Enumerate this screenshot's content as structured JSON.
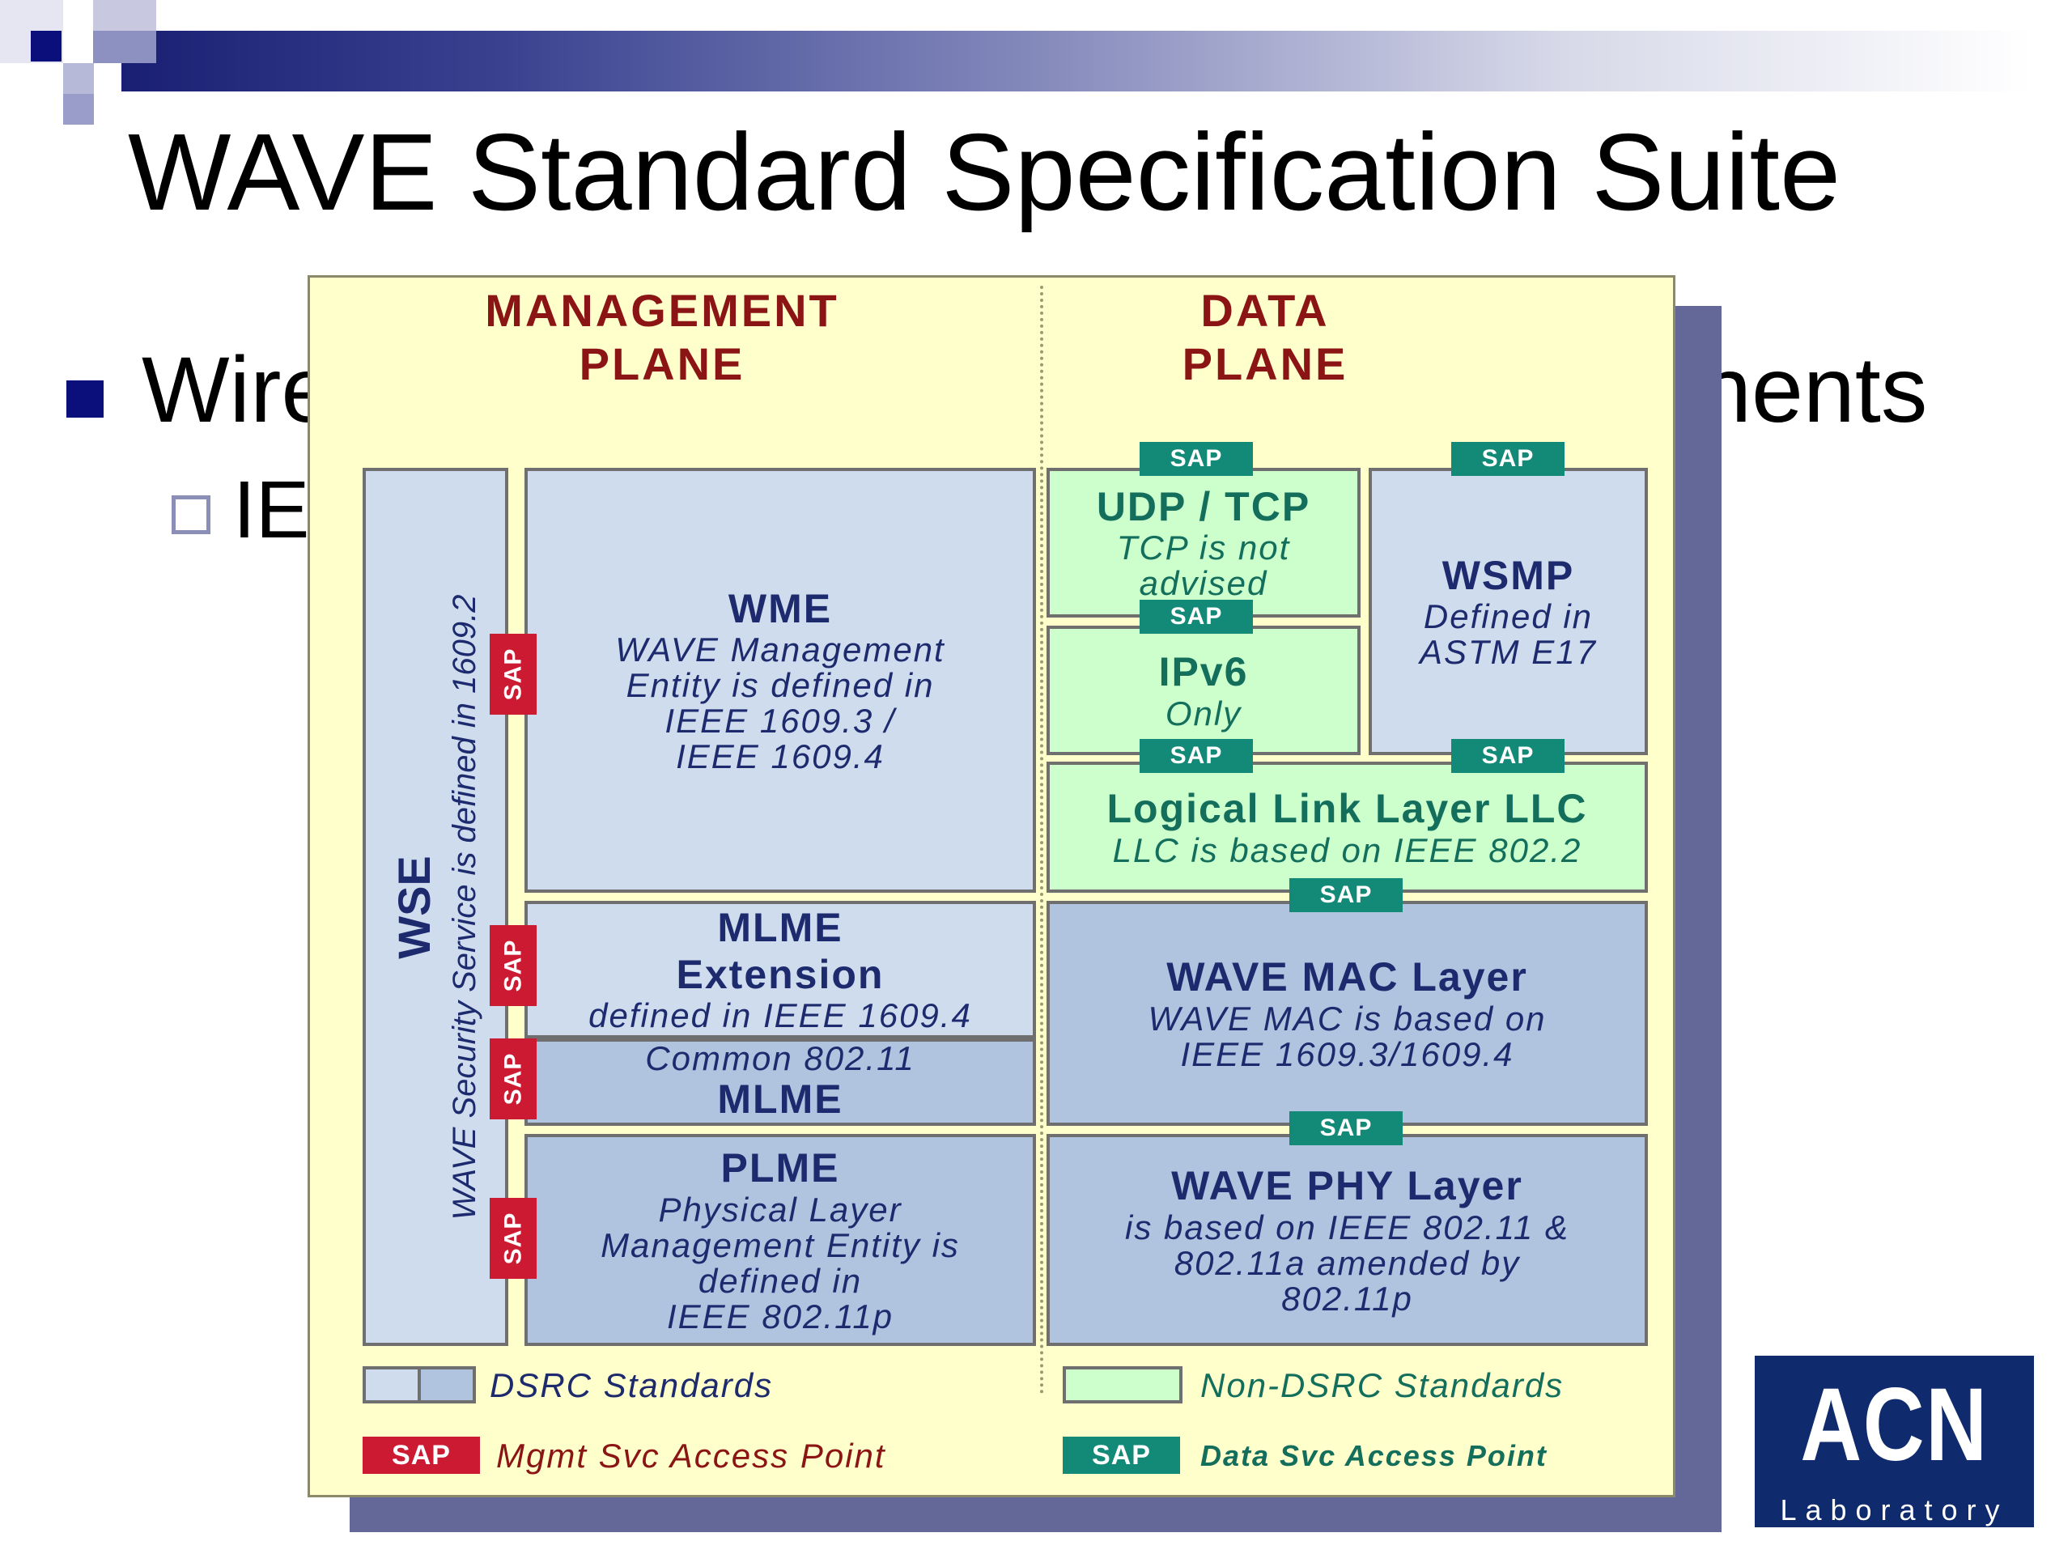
{
  "slide": {
    "title": "WAVE Standard Specification Suite",
    "bullet_1_left": "Wire",
    "bullet_1_right": "nents",
    "bullet_2": "IE"
  },
  "colors": {
    "header_dark": "#1a1f73",
    "dsrc_light": "#cfdcee",
    "dsrc_dark": "#b0c3df",
    "non_dsrc": "#ccffcc",
    "mgmt_sap": "#cc1a33",
    "data_sap": "#138a78",
    "plane_heading": "#8b1414",
    "diagram_background": "#ffffcc"
  },
  "diagram": {
    "management_plane": "MANAGEMENT\nPLANE",
    "data_plane": "DATA\nPLANE",
    "sap_label": "SAP",
    "wse": {
      "title": "WSE",
      "subtitle": "WAVE Security Service is defined in 1609.2"
    },
    "wme": {
      "title": "WME",
      "subtitle": "WAVE Management\nEntity is defined in\nIEEE 1609.3 /\nIEEE 1609.4"
    },
    "mlme_extension": {
      "title": "MLME\nExtension",
      "subtitle": "defined in IEEE 1609.4"
    },
    "common_mlme": {
      "subtitle": "Common 802.11",
      "title": "MLME"
    },
    "plme": {
      "title": "PLME",
      "subtitle": "Physical Layer\nManagement Entity is\ndefined in\nIEEE 802.11p"
    },
    "udp_tcp": {
      "title": "UDP / TCP",
      "subtitle": "TCP is not\nadvised"
    },
    "ipv6": {
      "title": "IPv6",
      "subtitle": "Only"
    },
    "wsmp": {
      "title": "WSMP",
      "subtitle": "Defined in\nASTM E17"
    },
    "llc": {
      "title": "Logical Link Layer LLC",
      "subtitle": "LLC is based on IEEE 802.2"
    },
    "wave_mac": {
      "title": "WAVE MAC Layer",
      "subtitle": "WAVE MAC is based on\nIEEE 1609.3/1609.4"
    },
    "wave_phy": {
      "title": "WAVE PHY Layer",
      "subtitle": "is based on IEEE 802.11 &\n802.11a amended by\n802.11p"
    },
    "legend": {
      "dsrc": "DSRC Standards",
      "non_dsrc": "Non-DSRC Standards",
      "mgmt_sap": "Mgmt Svc Access Point",
      "data_sap": "Data Svc Access Point"
    }
  },
  "logo": {
    "name": "ACN",
    "sub": "Laboratory"
  }
}
